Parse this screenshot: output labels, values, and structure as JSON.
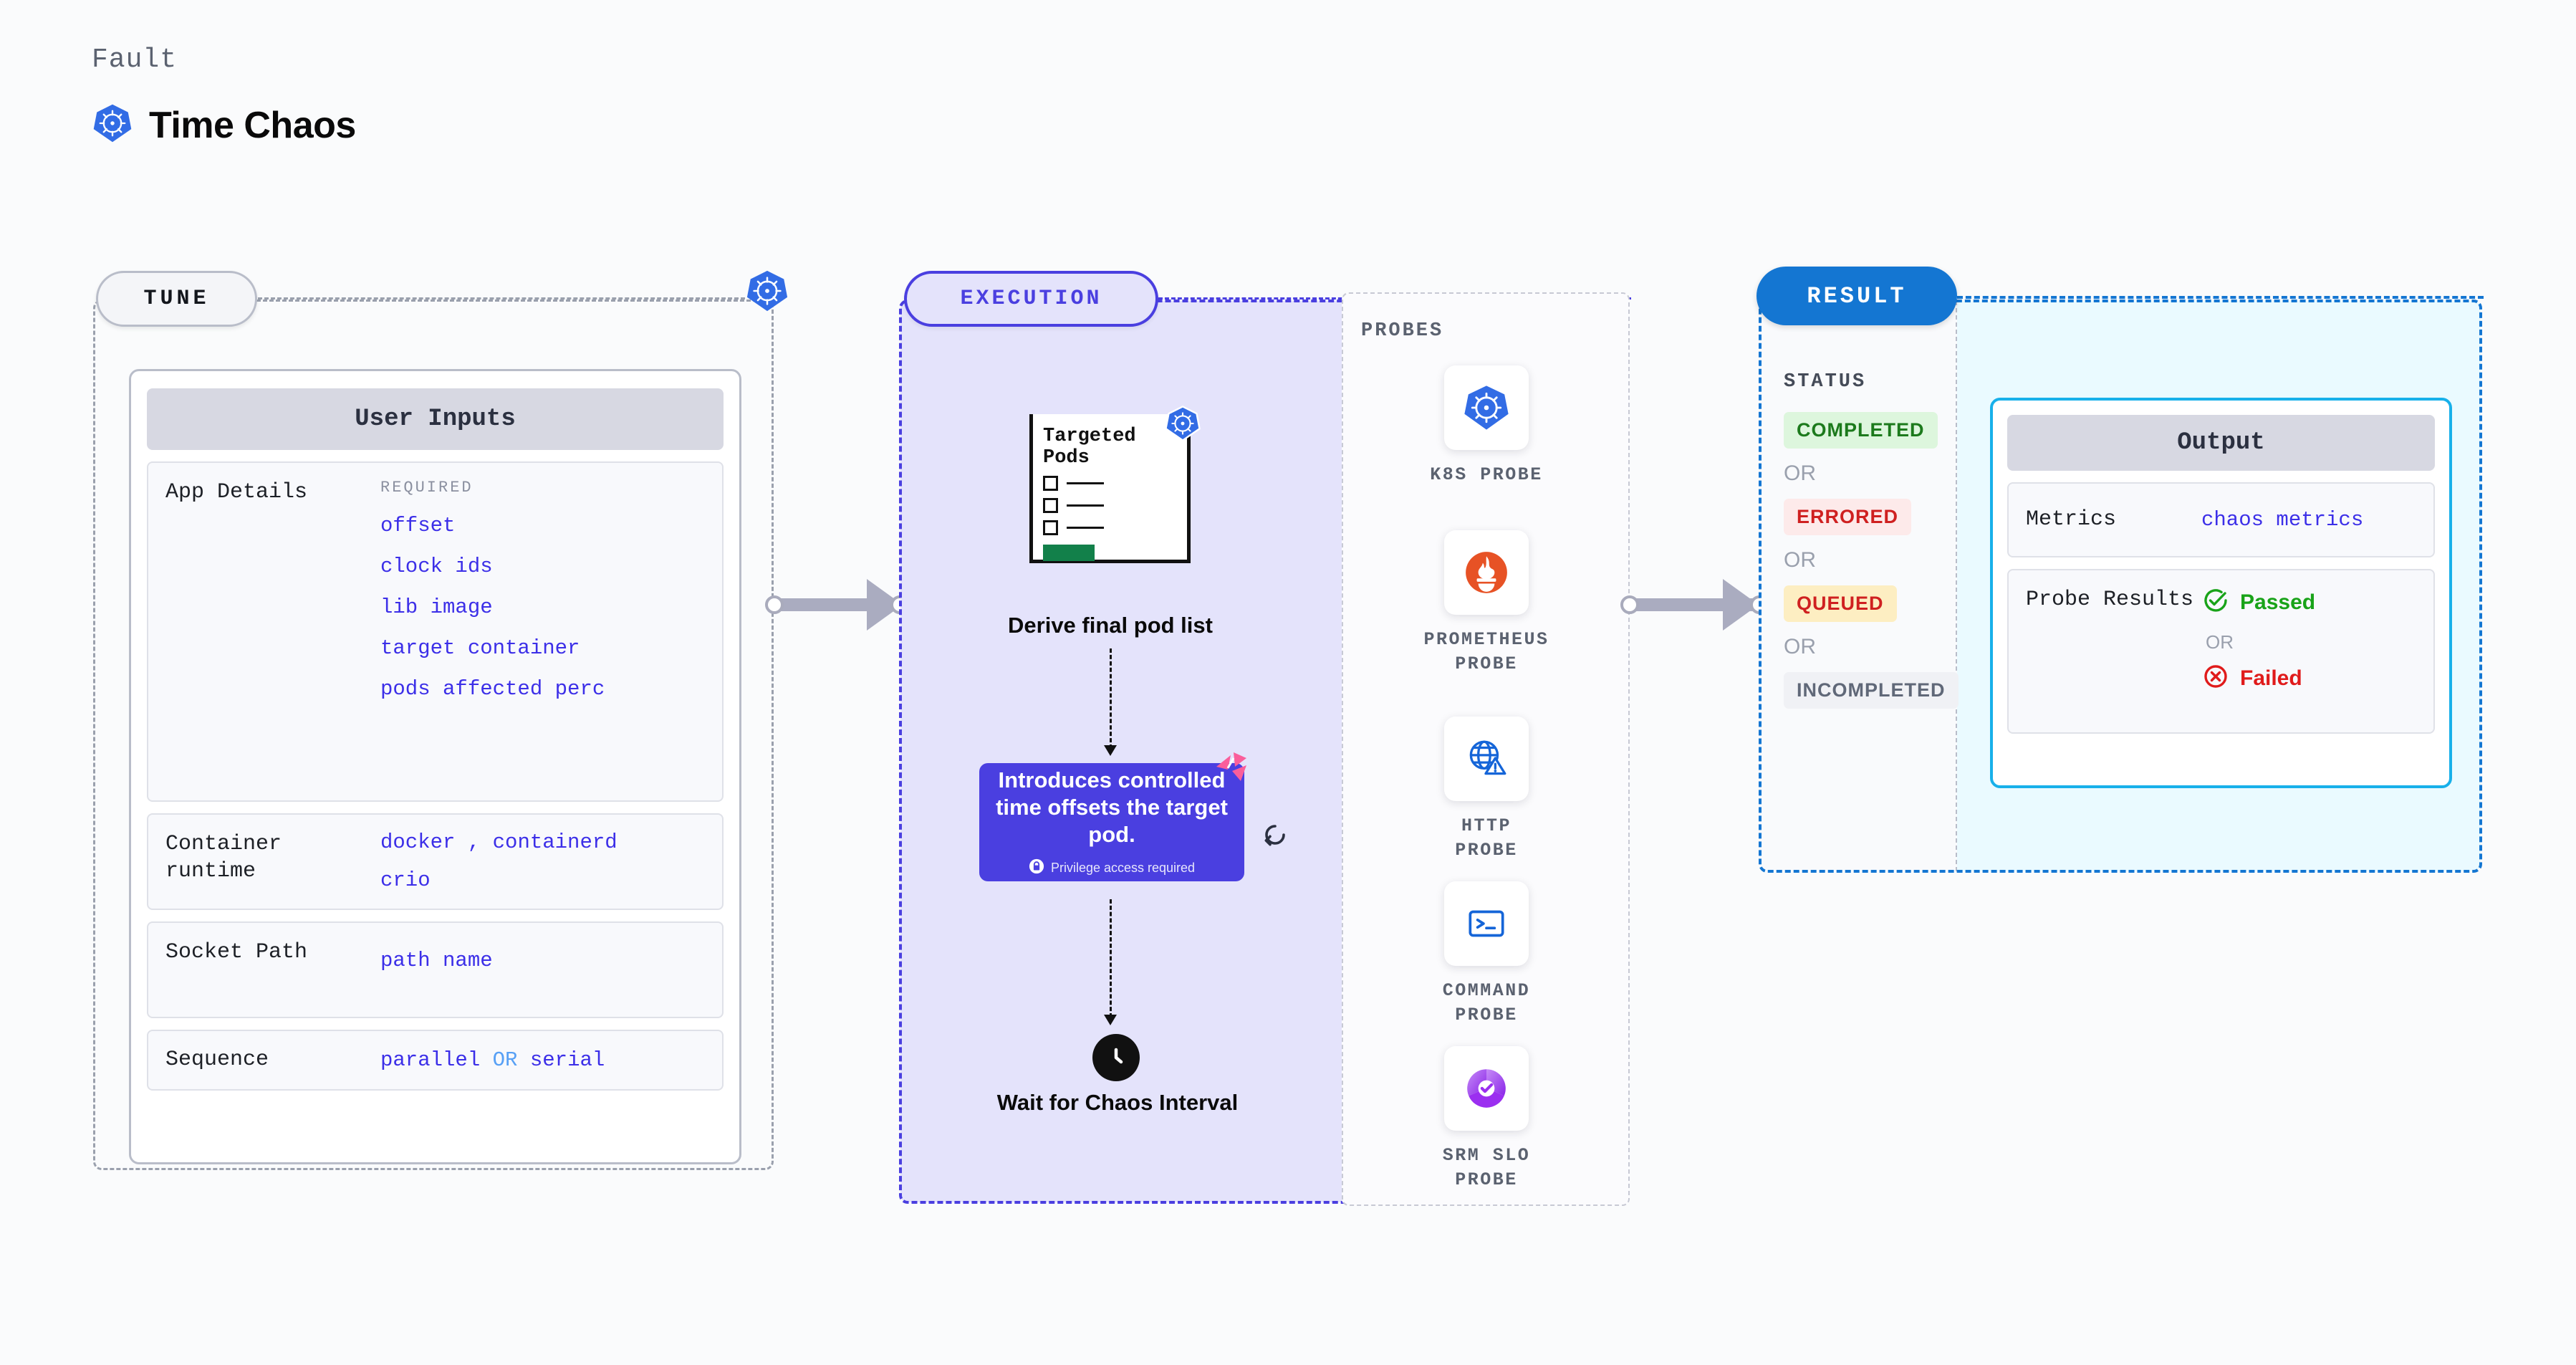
{
  "header": {
    "fault_label": "Fault",
    "title": "Time Chaos",
    "icon": "kubernetes-icon"
  },
  "tune": {
    "tag": "TUNE",
    "card_title": "User Inputs",
    "border_icon": "kubernetes-icon",
    "rows": [
      {
        "label": "App Details",
        "required_tag": "REQUIRED",
        "params": [
          "offset",
          "clock ids",
          "lib image",
          "target container",
          "pods affected perc"
        ]
      },
      {
        "label": "Container runtime",
        "values_line1": [
          "docker",
          "containerd"
        ],
        "separator": ",",
        "values_line2": [
          "crio"
        ]
      },
      {
        "label": "Socket Path",
        "values_line1": [
          "path name"
        ]
      },
      {
        "label": "Sequence",
        "value_left": "parallel",
        "value_or": "OR",
        "value_right": "serial"
      }
    ]
  },
  "execution": {
    "tag": "EXECUTION",
    "pods_card": {
      "heading": "Targeted Pods",
      "badge_icon": "kubernetes-icon",
      "checkbox_rows": 3,
      "action_bar": "green-bar"
    },
    "pods_caption": "Derive final pod list",
    "tooltip": {
      "text": "Introduces controlled time offsets the target pod.",
      "privilege_note": "Privilege access required",
      "lock_icon": "lock-icon",
      "ribbon_icon": "chaos-ribbon-icon",
      "retry_icon": "refresh-icon"
    },
    "clock": {
      "icon": "clock-icon",
      "caption": "Wait for Chaos Interval"
    }
  },
  "probes": {
    "title": "PROBES",
    "items": [
      {
        "label": "K8S PROBE",
        "icon": "kubernetes-icon"
      },
      {
        "label": "PROMETHEUS PROBE",
        "icon": "prometheus-icon"
      },
      {
        "label": "HTTP PROBE",
        "icon": "globe-warning-icon"
      },
      {
        "label": "COMMAND PROBE",
        "icon": "terminal-icon"
      },
      {
        "label": "SRM SLO PROBE",
        "icon": "srm-slo-icon"
      }
    ]
  },
  "result": {
    "tag": "RESULT",
    "status_title": "STATUS",
    "or_label": "OR",
    "statuses": [
      {
        "label": "COMPLETED",
        "bg": "#ddf6dd",
        "fg": "#1c7a1c"
      },
      {
        "label": "ERRORED",
        "bg": "#fdeaea",
        "fg": "#cf2020"
      },
      {
        "label": "QUEUED",
        "bg": "#fdeec2",
        "fg": "#cf2020"
      },
      {
        "label": "INCOMPLETED",
        "bg": "#f0f1f5",
        "fg": "#606878"
      }
    ],
    "output": {
      "card_title": "Output",
      "metrics_label": "Metrics",
      "metrics_value": "chaos metrics",
      "probe_results_label": "Probe Results",
      "passed_label": "Passed",
      "failed_label": "Failed",
      "or_label": "OR",
      "passed_icon": "check-circle-icon",
      "failed_icon": "x-circle-icon"
    }
  },
  "colors": {
    "accent_purple": "#4a3fe0",
    "accent_blue": "#1476d2",
    "k8s_blue": "#326ce5",
    "cyan": "#18b0ea",
    "green": "#1c7a1c",
    "red": "#cf2020",
    "pink": "#fa5e9b"
  }
}
